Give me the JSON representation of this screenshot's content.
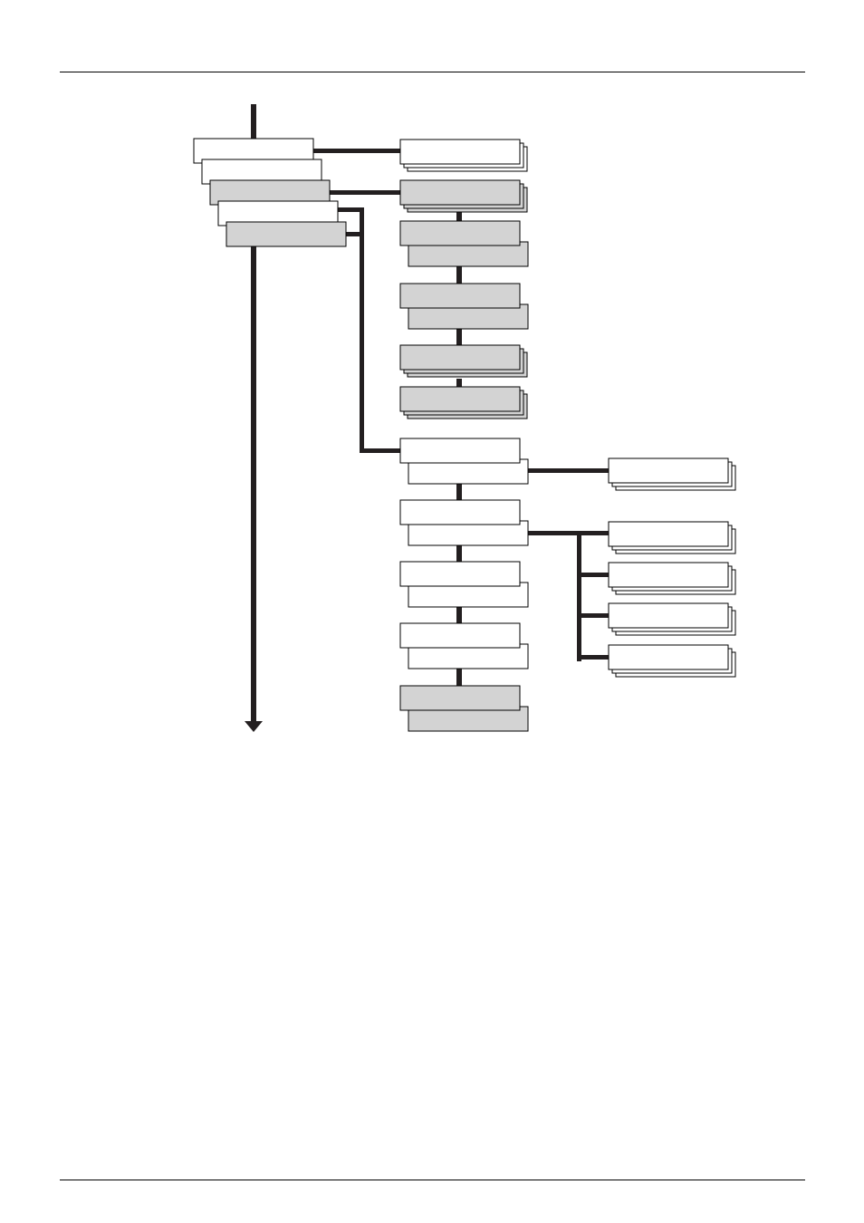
{
  "page": {
    "colors": {
      "line": "#231f20",
      "box_white": "#ffffff",
      "box_gray": "#d3d3d3"
    }
  },
  "diagram": {
    "type": "menu-tree",
    "main_stack": [
      {
        "fill": "white"
      },
      {
        "fill": "white"
      },
      {
        "fill": "gray"
      },
      {
        "fill": "white"
      },
      {
        "fill": "gray"
      }
    ],
    "branch_top": [
      {
        "fill": "white",
        "style": "stack3"
      },
      {
        "fill": "gray",
        "style": "stack3"
      }
    ],
    "branch_gray_chain": [
      {
        "fill": "gray",
        "style": "pair"
      },
      {
        "fill": "gray",
        "style": "pair"
      },
      {
        "fill": "gray",
        "style": "stack3"
      },
      {
        "fill": "gray",
        "style": "stack3"
      }
    ],
    "branch_lower_chain": [
      {
        "fill": "white",
        "style": "pair"
      },
      {
        "fill": "white",
        "style": "pair"
      },
      {
        "fill": "white",
        "style": "pair"
      },
      {
        "fill": "white",
        "style": "pair"
      },
      {
        "fill": "gray",
        "style": "pair"
      }
    ],
    "right_options": [
      {
        "fill": "white",
        "style": "stack3"
      },
      {
        "fill": "white",
        "style": "stack3"
      },
      {
        "fill": "white",
        "style": "stack3"
      },
      {
        "fill": "white",
        "style": "stack3"
      },
      {
        "fill": "white",
        "style": "stack3"
      }
    ]
  }
}
